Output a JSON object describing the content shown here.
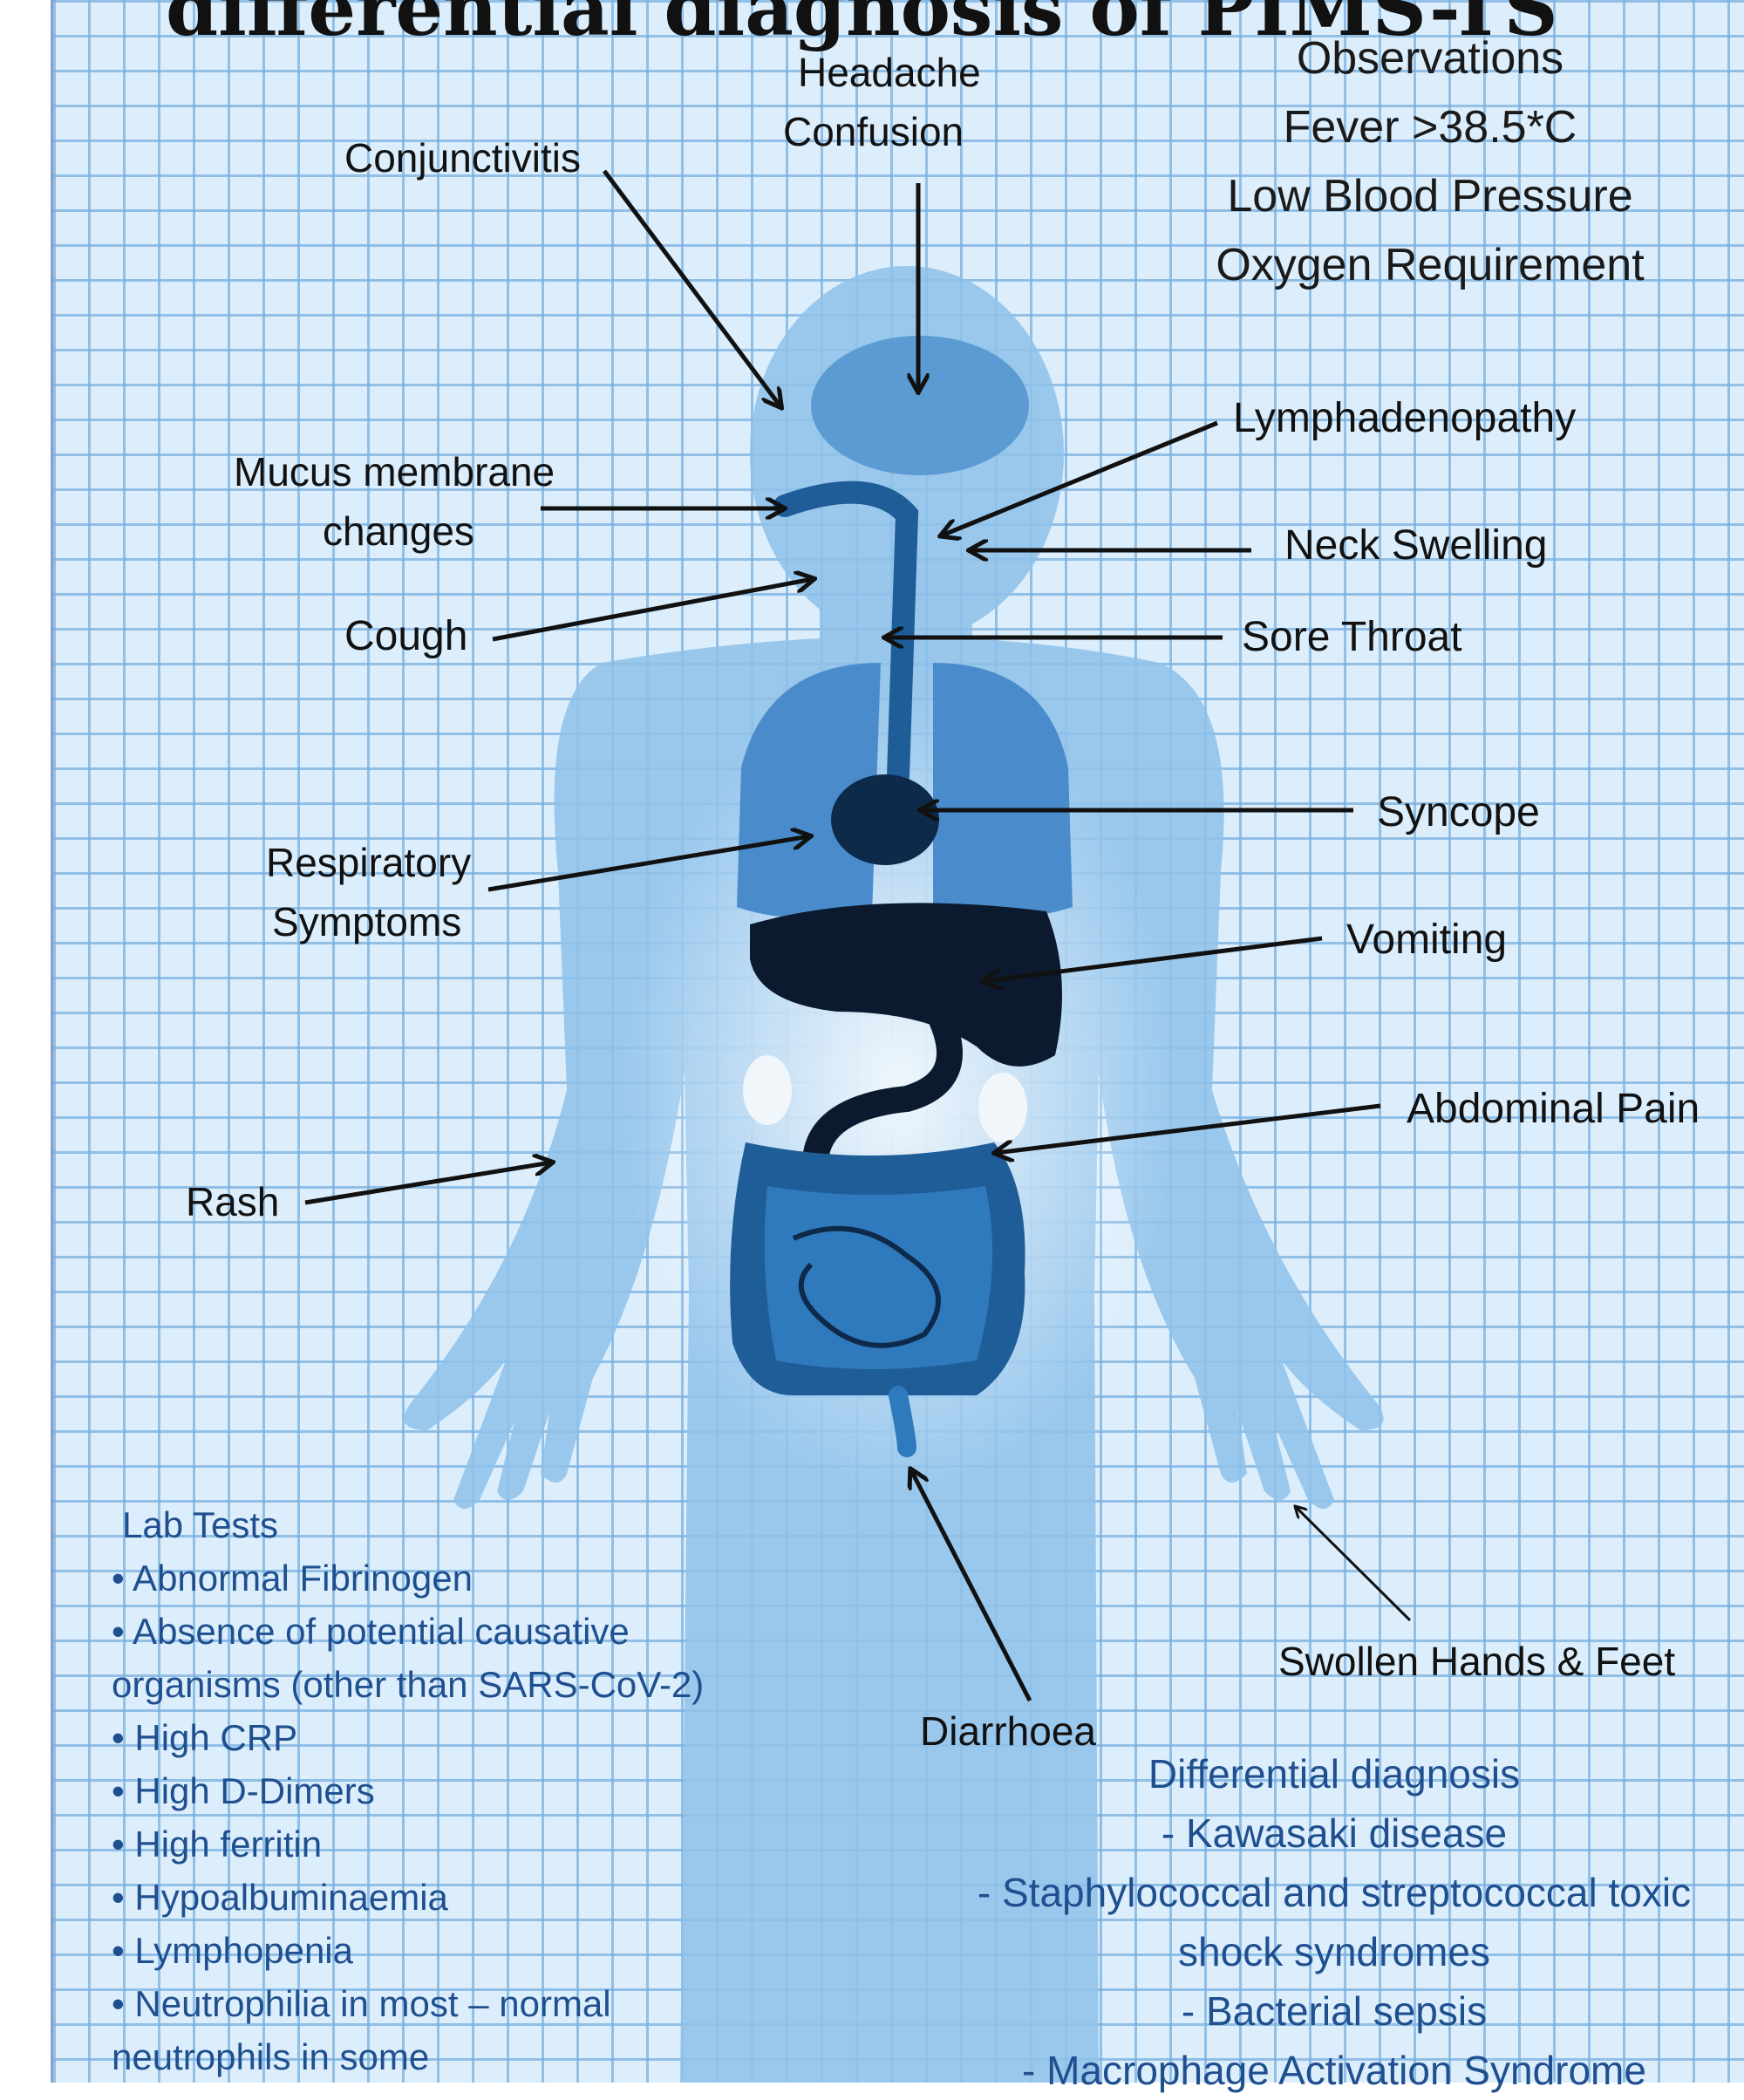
{
  "title": "differential diagnosis of PIMS-TS",
  "observations": {
    "heading": "Observations",
    "items": [
      "Fever >38.5*C",
      "Low Blood Pressure",
      "Oxygen Requirement"
    ]
  },
  "symptoms": {
    "headache": "Headache",
    "confusion": "Confusion",
    "conjunctivitis": "Conjunctivitis",
    "mucus_line1": "Mucus membrane",
    "mucus_line2": "changes",
    "cough": "Cough",
    "respiratory_line1": "Respiratory",
    "respiratory_line2": "Symptoms",
    "rash": "Rash",
    "lymphadenopathy": "Lymphadenopathy",
    "neck_swelling": "Neck Swelling",
    "sore_throat": "Sore Throat",
    "syncope": "Syncope",
    "vomiting": "Vomiting",
    "abdominal_pain": "Abdominal Pain",
    "swollen_hands_feet": "Swollen Hands & Feet",
    "diarrhoea": "Diarrhoea"
  },
  "lab_tests": {
    "heading": "Lab Tests",
    "lines": [
      "• Abnormal Fibrinogen",
      "• Absence of potential causative",
      "organisms (other than SARS-CoV-2)",
      "• High CRP",
      "• High D-Dimers",
      "• High ferritin",
      "• Hypoalbuminaemia",
      "• Lymphopenia",
      "• Neutrophilia in most – normal",
      "neutrophils in some"
    ]
  },
  "differential": {
    "heading": "Differential diagnosis",
    "lines": [
      "- Kawasaki disease",
      "- Staphylococcal and streptococcal toxic",
      "shock syndromes",
      "- Bacterial sepsis",
      "- Macrophage Activation Syndrome"
    ]
  },
  "colors": {
    "background": "#dceefb",
    "grid": "#78afde",
    "body": "#8ec1ea",
    "organs": "#2a6aaa",
    "text": "#111111",
    "blue_text": "#1f4f8f"
  }
}
